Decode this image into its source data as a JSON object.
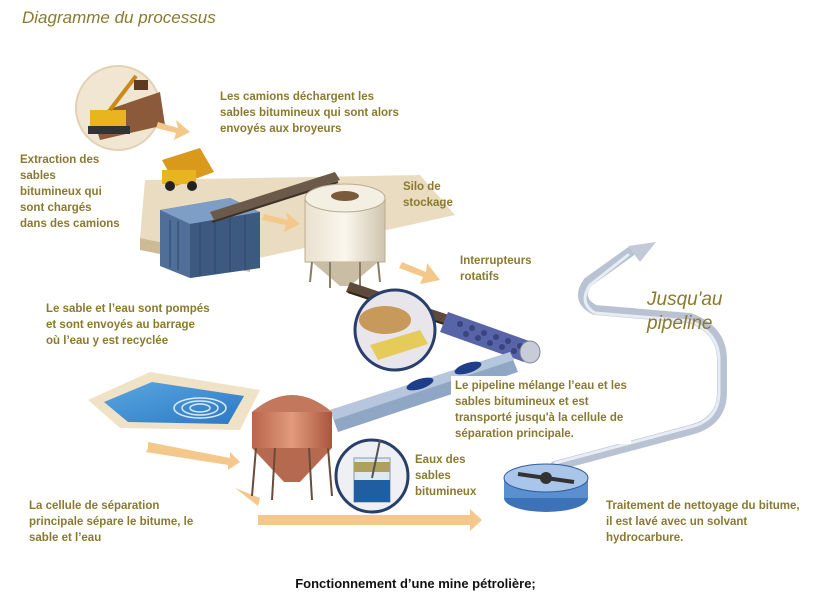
{
  "title": "Diagramme du processus",
  "labels": {
    "extraction": "Extraction des\nsables\nbitumineux qui\nsont chargés\ndans des camions",
    "trucks": "Les camions déchargent les\nsables bitumineux qui sont alors\nenvoyés aux broyeurs",
    "silo": "Silo de\nstockage",
    "interrupteurs": "Interrupteurs\nrotatifs",
    "jusquau": "Jusqu'au\npipeline",
    "sand_water": "Le sable et l’eau sont pompés\net sont envoyés au barrage\noù l’eau y est recyclée",
    "pipeline_mix": "Le pipeline mélange l’eau et les\nsables bitumineux et est\ntransporté jusqu'à la cellule de\nséparation principale.",
    "eaux": "Eaux des\nsables\nbitumineux",
    "cellule": "La cellule de séparation\nprincipale sépare le bitume, le\nsable et l’eau",
    "traitement": "Traitement de nettoyage du bitume,\nil est lavé avec un solvant\nhydrocarbure."
  },
  "caption": "Fonctionnement d’une mine pétrolière;"
}
